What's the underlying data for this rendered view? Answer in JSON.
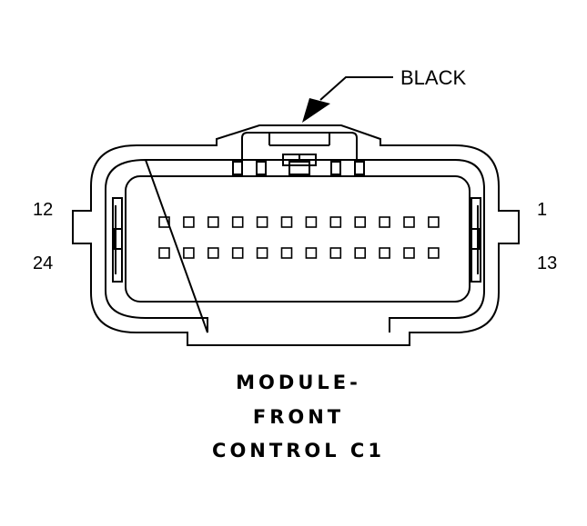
{
  "callout": {
    "color_label": "BLACK"
  },
  "pin_labels": {
    "top_left": "12",
    "bottom_left": "24",
    "top_right": "1",
    "bottom_right": "13"
  },
  "connector": {
    "pins_per_row": 12,
    "rows": 2
  },
  "title_lines": [
    "MODULE-",
    "FRONT",
    "CONTROL C1"
  ]
}
